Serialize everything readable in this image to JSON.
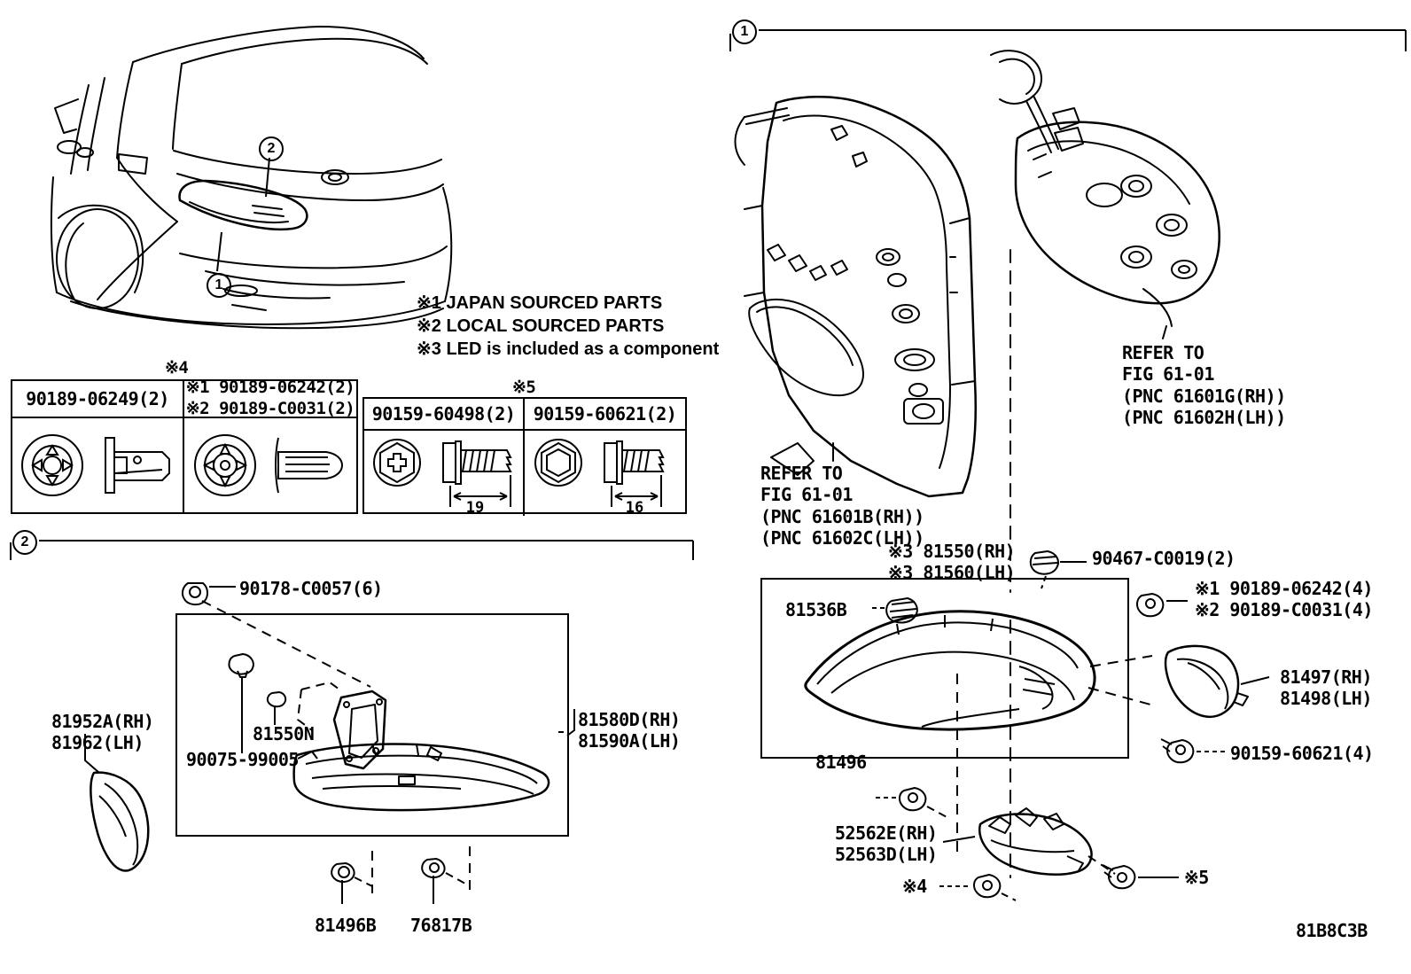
{
  "diagram": {
    "figure_code": "81B8C3B",
    "notes": [
      "※1 JAPAN SOURCED PARTS",
      "※2 LOCAL SOURCED PARTS",
      "※3 LED is included as a component"
    ],
    "callouts": {
      "one": "1",
      "two": "2"
    }
  },
  "fastener_table_left": {
    "caption": "※4",
    "columns": [
      {
        "header": "90189-06249(2)",
        "icon": "grommet-clip-icon"
      },
      {
        "header": "※1 90189-06242(2)\n※2 90189-C0031(2)",
        "icon": "push-rivet-clip-icon"
      }
    ]
  },
  "fastener_table_right": {
    "caption": "※5",
    "columns": [
      {
        "header": "90159-60498(2)",
        "icon": "phillips-hex-screw-icon",
        "length": "19"
      },
      {
        "header": "90159-60621(2)",
        "icon": "hex-screw-icon",
        "length": "16"
      }
    ]
  },
  "panel_left_lower": {
    "callout": "2",
    "labels": [
      {
        "id": "clip-90178",
        "text": "90178-C0057(6)"
      },
      {
        "id": "bracket-81550N",
        "text": "81550N"
      },
      {
        "id": "screw-90075",
        "text": "90075-99005"
      },
      {
        "id": "lamp-81580D",
        "text": "81580D(RH)\n81590A(LH)"
      },
      {
        "id": "garnish-81952A",
        "text": "81952A(RH)\n81962(LH)"
      },
      {
        "id": "nut-81496B",
        "text": "81496B"
      },
      {
        "id": "clip-76817B",
        "text": "76817B"
      }
    ]
  },
  "panel_right": {
    "callout": "1",
    "refer_blocks": [
      {
        "id": "refer-body-panel",
        "text": "REFER TO\nFIG 61-01\n(PNC 61601B(RH))\n(PNC 61602C(LH))"
      },
      {
        "id": "refer-quarter-panel",
        "text": "REFER TO\nFIG 61-01\n(PNC 61601G(RH))\n(PNC 61602H(LH))"
      }
    ],
    "labels": [
      {
        "id": "lamp-assy",
        "text": "※3 81550(RH)\n※3 81560(LH)"
      },
      {
        "id": "nut-90467",
        "text": "90467-C0019(2)"
      },
      {
        "id": "bulb-81536B",
        "text": "81536B"
      },
      {
        "id": "clip-90189-set",
        "text": "※1 90189-06242(4)\n※2 90189-C0031(4)"
      },
      {
        "id": "cover-81497",
        "text": "81497(RH)\n81498(LH)"
      },
      {
        "id": "screw-90159",
        "text": "90159-60621(4)"
      },
      {
        "id": "nut-81496",
        "text": "81496"
      },
      {
        "id": "retainer-52562E",
        "text": "52562E(RH)\n52563D(LH)"
      },
      {
        "id": "ref-star4",
        "text": "※4"
      },
      {
        "id": "ref-star5",
        "text": "※5"
      }
    ]
  }
}
